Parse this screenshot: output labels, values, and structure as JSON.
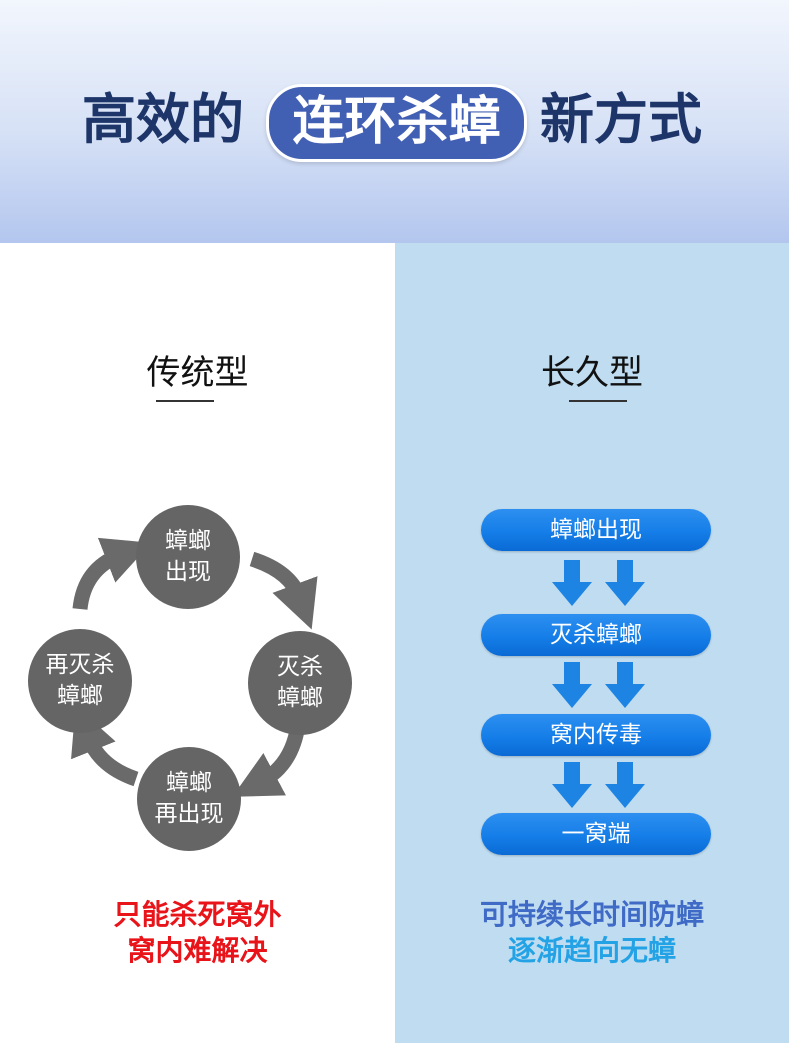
{
  "header": {
    "title_left": "高效的",
    "title_highlight": "连环杀蟑",
    "title_right": "新方式"
  },
  "left": {
    "title": "传统型",
    "cycle_nodes": {
      "top": "蟑螂\n出现",
      "right": "灭杀\n蟑螂",
      "bottom": "蟑螂\n再出现",
      "left": "再灭杀\n蟑螂"
    },
    "conclusion": "只能杀死窝外\n窝内难解决"
  },
  "right": {
    "title": "长久型",
    "steps": [
      "蟑螂出现",
      "灭杀蟑螂",
      "窝内传毒",
      "一窝端"
    ],
    "conclusion_line1": "可持续长时间防蟑",
    "conclusion_line2": "逐渐趋向无蟑"
  },
  "colors": {
    "header_text": "#1d3568",
    "pill": "#4260b3",
    "node_gray": "#656565",
    "step_blue": "#157ee8",
    "arrow_blue": "#1d84e4",
    "red_text": "#e8141a",
    "blue_text": "#3f6ac6",
    "light_blue_text": "#23a3e6",
    "right_bg": "#bfdcf0"
  },
  "icons": [
    "curved-arrow-icon",
    "down-arrow-icon"
  ]
}
